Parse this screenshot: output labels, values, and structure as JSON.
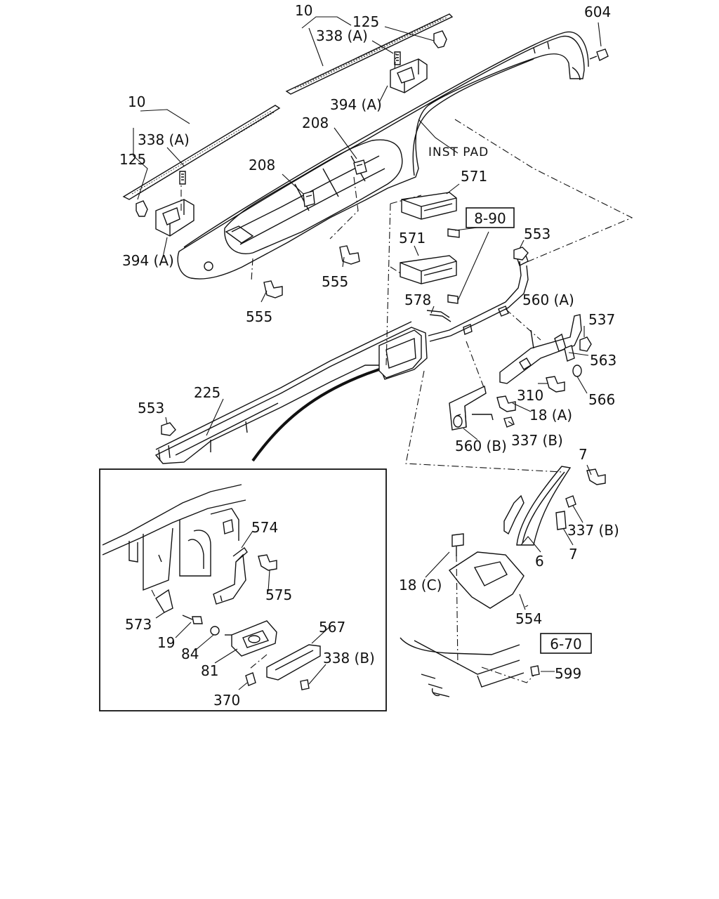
{
  "labels": {
    "l10a": "10",
    "l125a": "125",
    "l338a1": "338 (A)",
    "l604": "604",
    "l394a1": "394 (A)",
    "l10b": "10",
    "l338a2": "338 (A)",
    "l125b": "125",
    "l208a": "208",
    "l208b": "208",
    "l394a2": "394 (A)",
    "instpad": "INST PAD",
    "l571a": "571",
    "l571b": "571",
    "l553a": "553",
    "l555a": "555",
    "l555b": "555",
    "l578": "578",
    "l560a": "560 (A)",
    "l537": "537",
    "l563": "563",
    "l566": "566",
    "l310": "310",
    "l18a": "18 (A)",
    "l337b1": "337 (B)",
    "l560b": "560 (B)",
    "l553b": "553",
    "l225": "225",
    "l7a": "7",
    "l337b2": "337 (B)",
    "l7b": "7",
    "l6": "6",
    "l18c": "18 (C)",
    "l554": "554",
    "l599": "599",
    "l574": "574",
    "l575": "575",
    "l573": "573",
    "l19": "19",
    "l84": "84",
    "l81": "81",
    "l567": "567",
    "l338b": "338 (B)",
    "l370": "370"
  },
  "refs": {
    "r890": "8-90",
    "r670": "6-70"
  }
}
